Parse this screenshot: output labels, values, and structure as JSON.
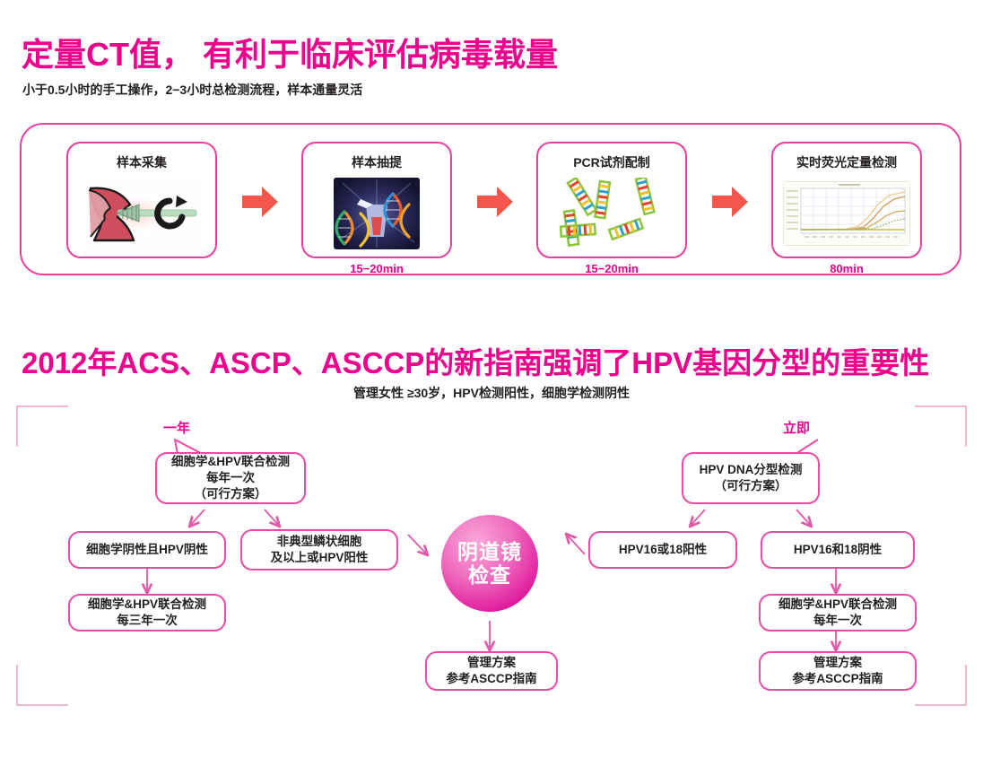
{
  "section1": {
    "title": "定量CT值， 有利于临床评估病毒载量",
    "subtitle": "小于0.5小时的手工操作，2−3小时总检测流程，样本通量灵活",
    "steps": [
      {
        "label": "样本采集",
        "time": "",
        "art": "cervical-sampling-illustration"
      },
      {
        "label": "样本抽提",
        "time": "15−20min",
        "art": "dna-extraction-photo"
      },
      {
        "label": "PCR试剂配制",
        "time": "15−20min",
        "art": "dna-ladder-illustration"
      },
      {
        "label": "实时荧光定量检测",
        "time": "80min",
        "art": "amplification-curve-chart"
      }
    ],
    "arrow_color": "#f4564b",
    "accent_color": "#ec008c"
  },
  "section2": {
    "title": "2012年ACS、ASCP、ASCCP的新指南强调了HPV基因分型的重要性",
    "subtitle": "管理女性 ≥30岁，HPV检测阳性，细胞学检测阴性",
    "tags": {
      "left": "一年",
      "right": "立即"
    },
    "center_node": "阴道镜\n检查",
    "boxes": {
      "left_root": "细胞学&HPV联合检测\n每年一次\n（可行方案）",
      "left_neg": "细胞学阴性且HPV阴性",
      "left_pos": "非典型鳞状细胞\n及以上或HPV阳性",
      "left_followup": "细胞学&HPV联合检测\n每三年一次",
      "right_root": "HPV DNA分型检测\n（可行方案）",
      "right_pos": "HPV16或18阳性",
      "right_neg": "HPV16和18阴性",
      "right_followup": "细胞学&HPV联合检测\n每年一次",
      "center_result": "管理方案\n参考ASCCP指南",
      "right_result": "管理方案\n参考ASCCP指南"
    },
    "accent_color": "#ec008c",
    "box_border_color": "#ec4ba3",
    "bracket_color": "#f4b6d5"
  }
}
